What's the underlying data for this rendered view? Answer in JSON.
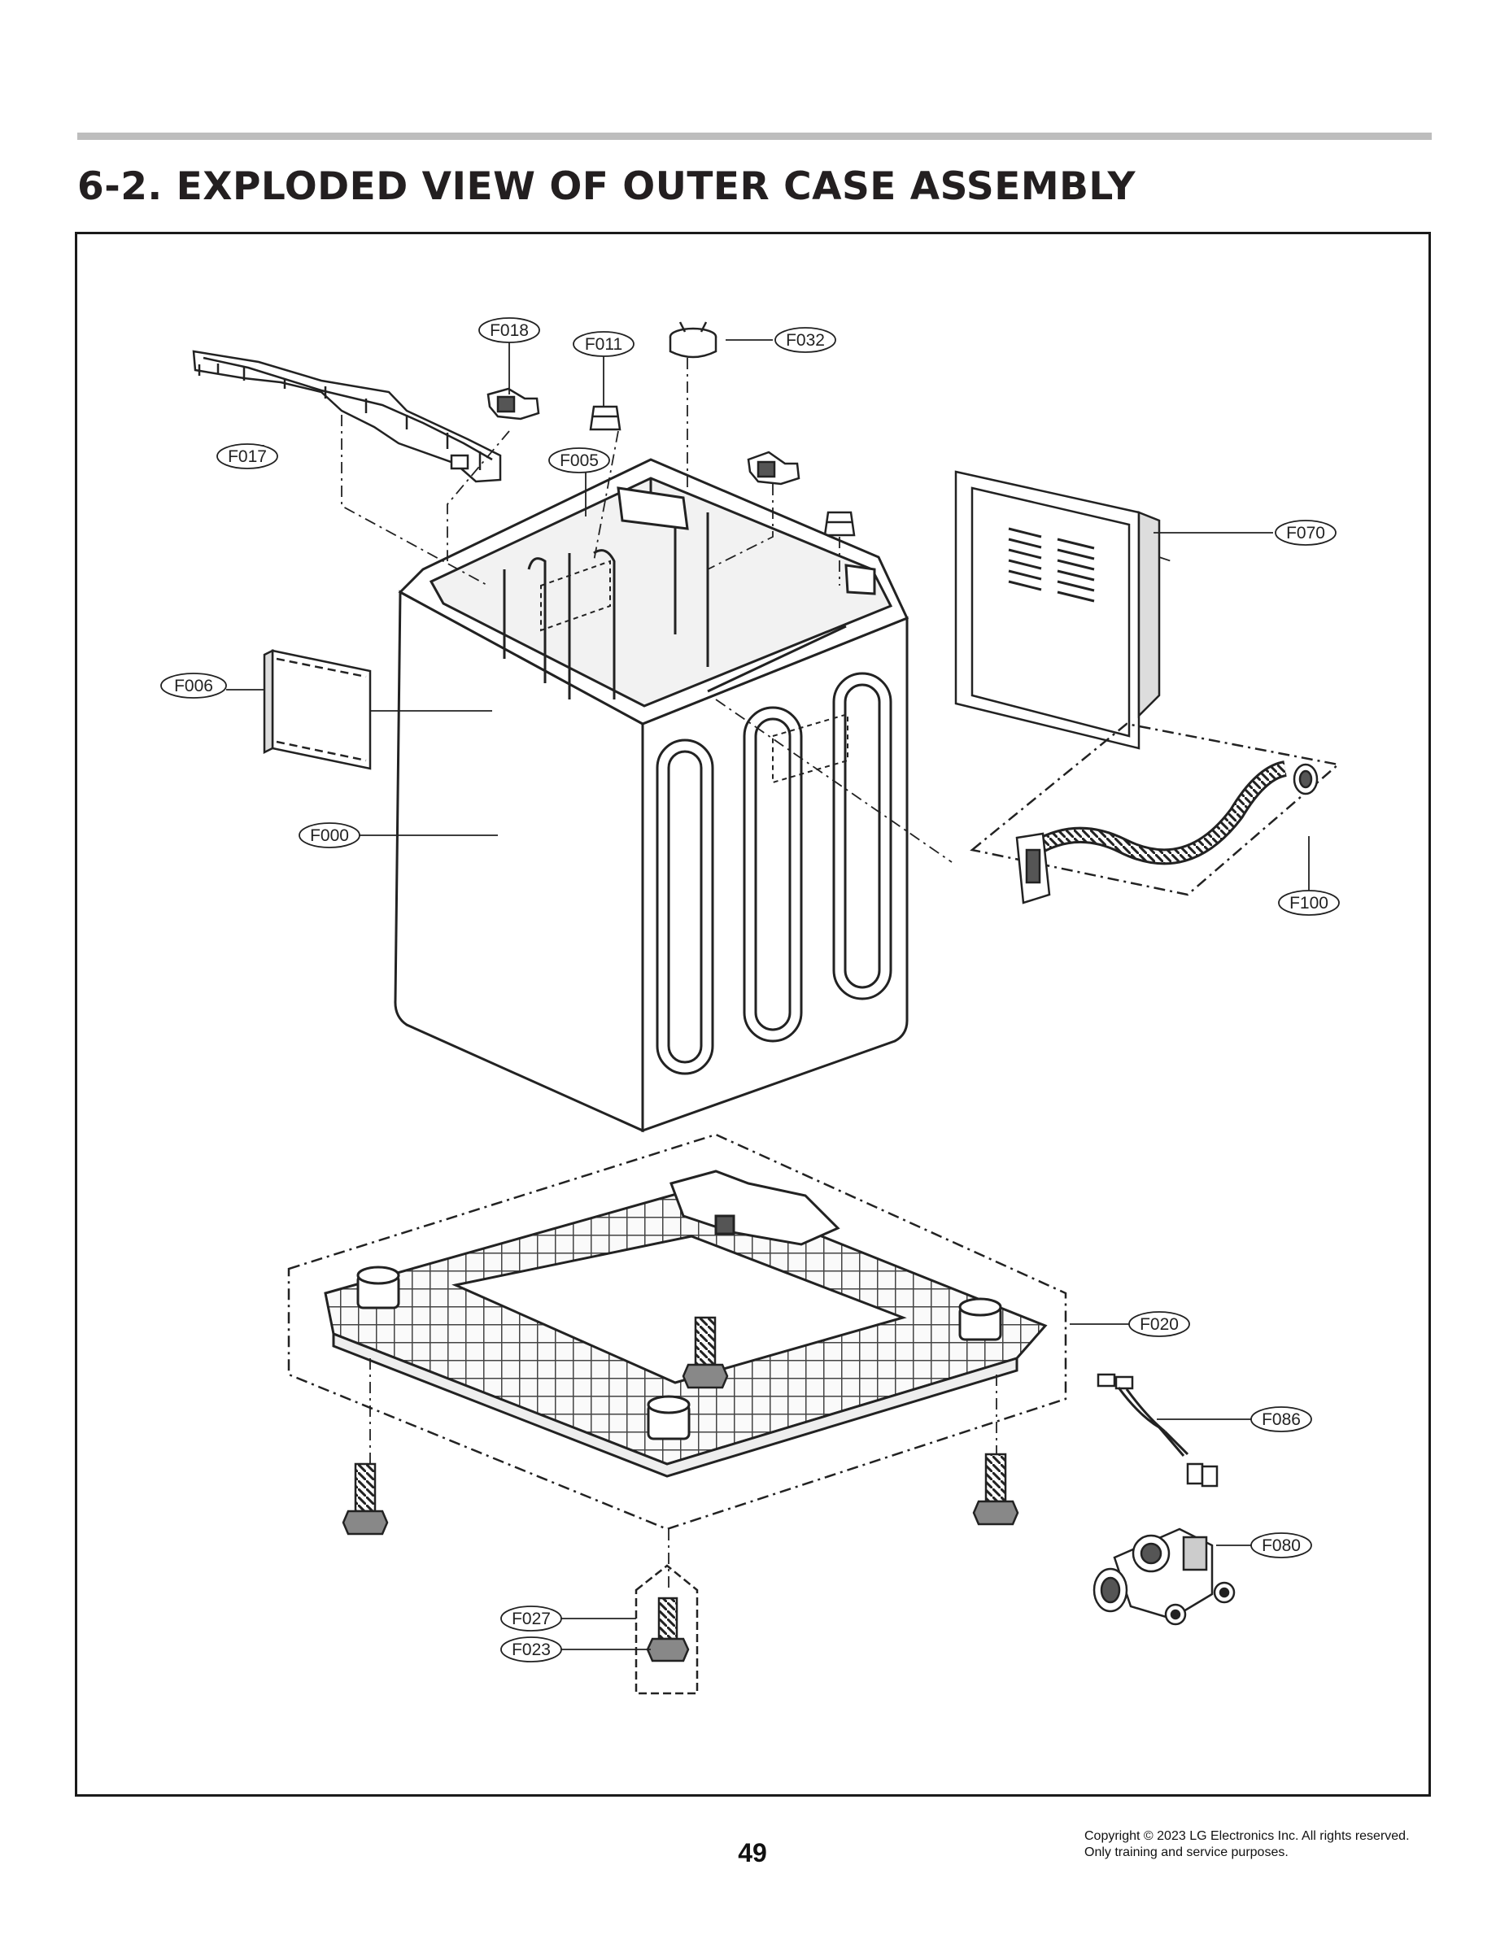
{
  "document": {
    "title": "6-2. EXPLODED VIEW OF OUTER CASE ASSEMBLY",
    "page_number": "49",
    "copyright_line1": "Copyright © 2023 LG Electronics Inc. All rights reserved.",
    "copyright_line2": "Only training and service purposes."
  },
  "callouts": {
    "f018": "F018",
    "f011": "F011",
    "f032": "F032",
    "f017": "F017",
    "f005": "F005",
    "f070": "F070",
    "f006": "F006",
    "f000": "F000",
    "f100": "F100",
    "f020": "F020",
    "f086": "F086",
    "f080": "F080",
    "f027": "F027",
    "f023": "F023"
  }
}
